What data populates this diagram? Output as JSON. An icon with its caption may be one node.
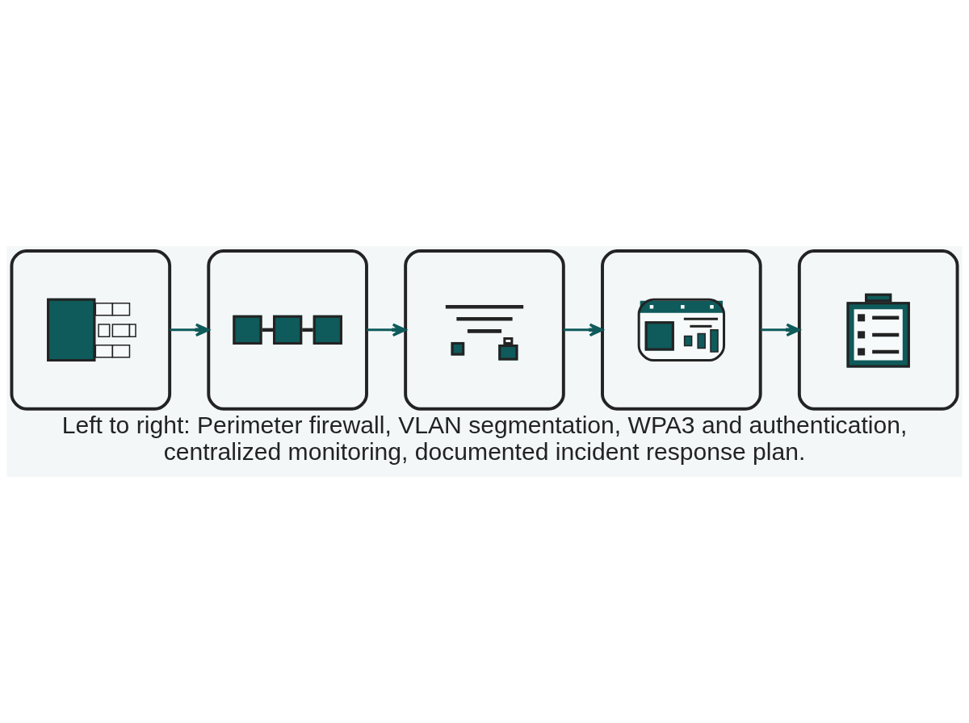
{
  "diagram": {
    "caption": "Left to right: Perimeter firewall, VLAN segmentation, WPA3 and authentication, centralized monitoring, documented incident response plan.",
    "nodes": [
      {
        "text": [],
        "shape": "picture"
      },
      {
        "text": [],
        "shape": "picture"
      },
      {
        "text": [],
        "shape": "picture"
      },
      {
        "text": [],
        "shape": "picture"
      },
      {
        "text": [],
        "shape": "picture"
      }
    ],
    "edges": [
      {
        "from": 0,
        "to": 1,
        "arrow": "to"
      },
      {
        "from": 1,
        "to": 2,
        "arrow": "to"
      },
      {
        "from": 2,
        "to": 3,
        "arrow": "to"
      },
      {
        "from": 3,
        "to": 4,
        "arrow": "to"
      }
    ]
  }
}
